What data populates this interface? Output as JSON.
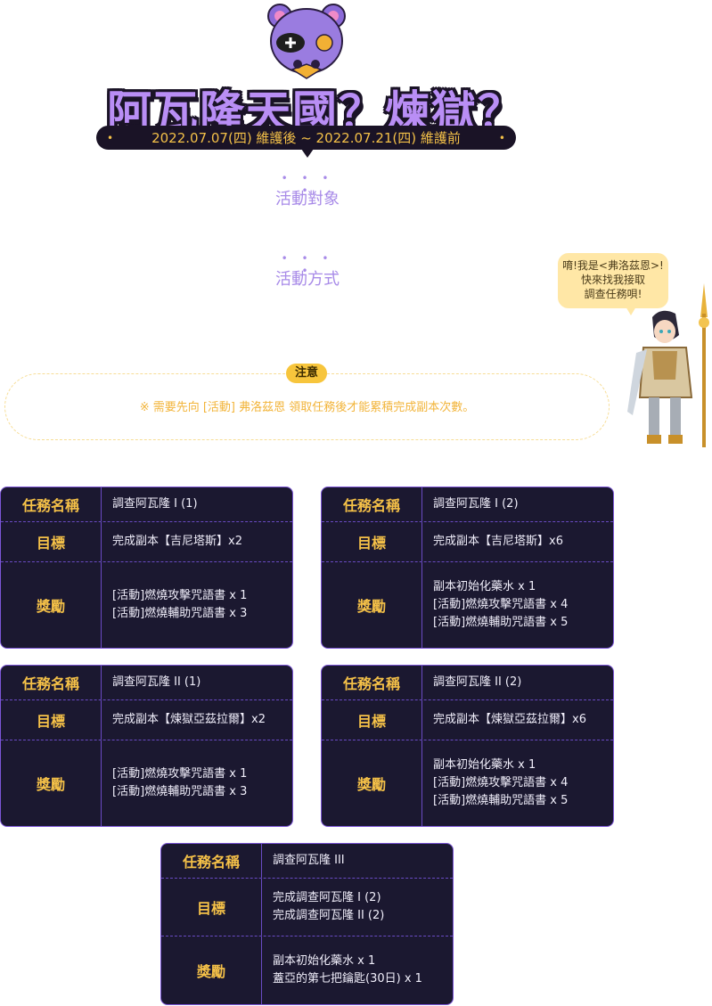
{
  "header": {
    "title": "阿瓦隆天國？煉獄？",
    "date_range": "2022.07.07(四) 維護後 ~ 2022.07.21(四) 維護前",
    "dot": "•"
  },
  "sections": {
    "dots": "• • • •",
    "target_title": "活動對象",
    "method_title": "活動方式"
  },
  "npc": {
    "speech_lines": [
      "唷!我是<弗洛茲恩>!",
      "快來找我接取",
      "調查任務唄!"
    ]
  },
  "notice": {
    "badge": "注意",
    "text": "※ 需要先向 [活動] 弗洛茲恩 領取任務後才能累積完成副本次數。"
  },
  "labels": {
    "name": "任務名稱",
    "goal": "目標",
    "reward": "獎勵"
  },
  "quests": [
    {
      "name": "調查阿瓦隆 I (1)",
      "goal": [
        "完成副本【吉尼塔斯】x2"
      ],
      "rewards": [
        "[活動]燃燒攻擊咒語書 x 1",
        "[活動]燃燒輔助咒語書 x 3"
      ]
    },
    {
      "name": "調查阿瓦隆 I (2)",
      "goal": [
        "完成副本【吉尼塔斯】x6"
      ],
      "rewards": [
        "副本初始化藥水 x 1",
        "[活動]燃燒攻擊咒語書 x 4",
        "[活動]燃燒輔助咒語書 x 5"
      ]
    },
    {
      "name": "調查阿瓦隆 II (1)",
      "goal": [
        "完成副本【煉獄亞茲拉爾】x2"
      ],
      "rewards": [
        "[活動]燃燒攻擊咒語書 x 1",
        "[活動]燃燒輔助咒語書 x 3"
      ]
    },
    {
      "name": "調查阿瓦隆 II (2)",
      "goal": [
        "完成副本【煉獄亞茲拉爾】x6"
      ],
      "rewards": [
        "副本初始化藥水 x 1",
        "[活動]燃燒攻擊咒語書 x 4",
        "[活動]燃燒輔助咒語書 x 5"
      ]
    },
    {
      "name": "調查阿瓦隆 III",
      "goal": [
        "完成調查阿瓦隆 I (2)",
        "完成調查阿瓦隆 II (2)"
      ],
      "rewards": [
        "副本初始化藥水 x 1",
        "蓋亞的第七把鑰匙(30日) x 1"
      ]
    }
  ]
}
